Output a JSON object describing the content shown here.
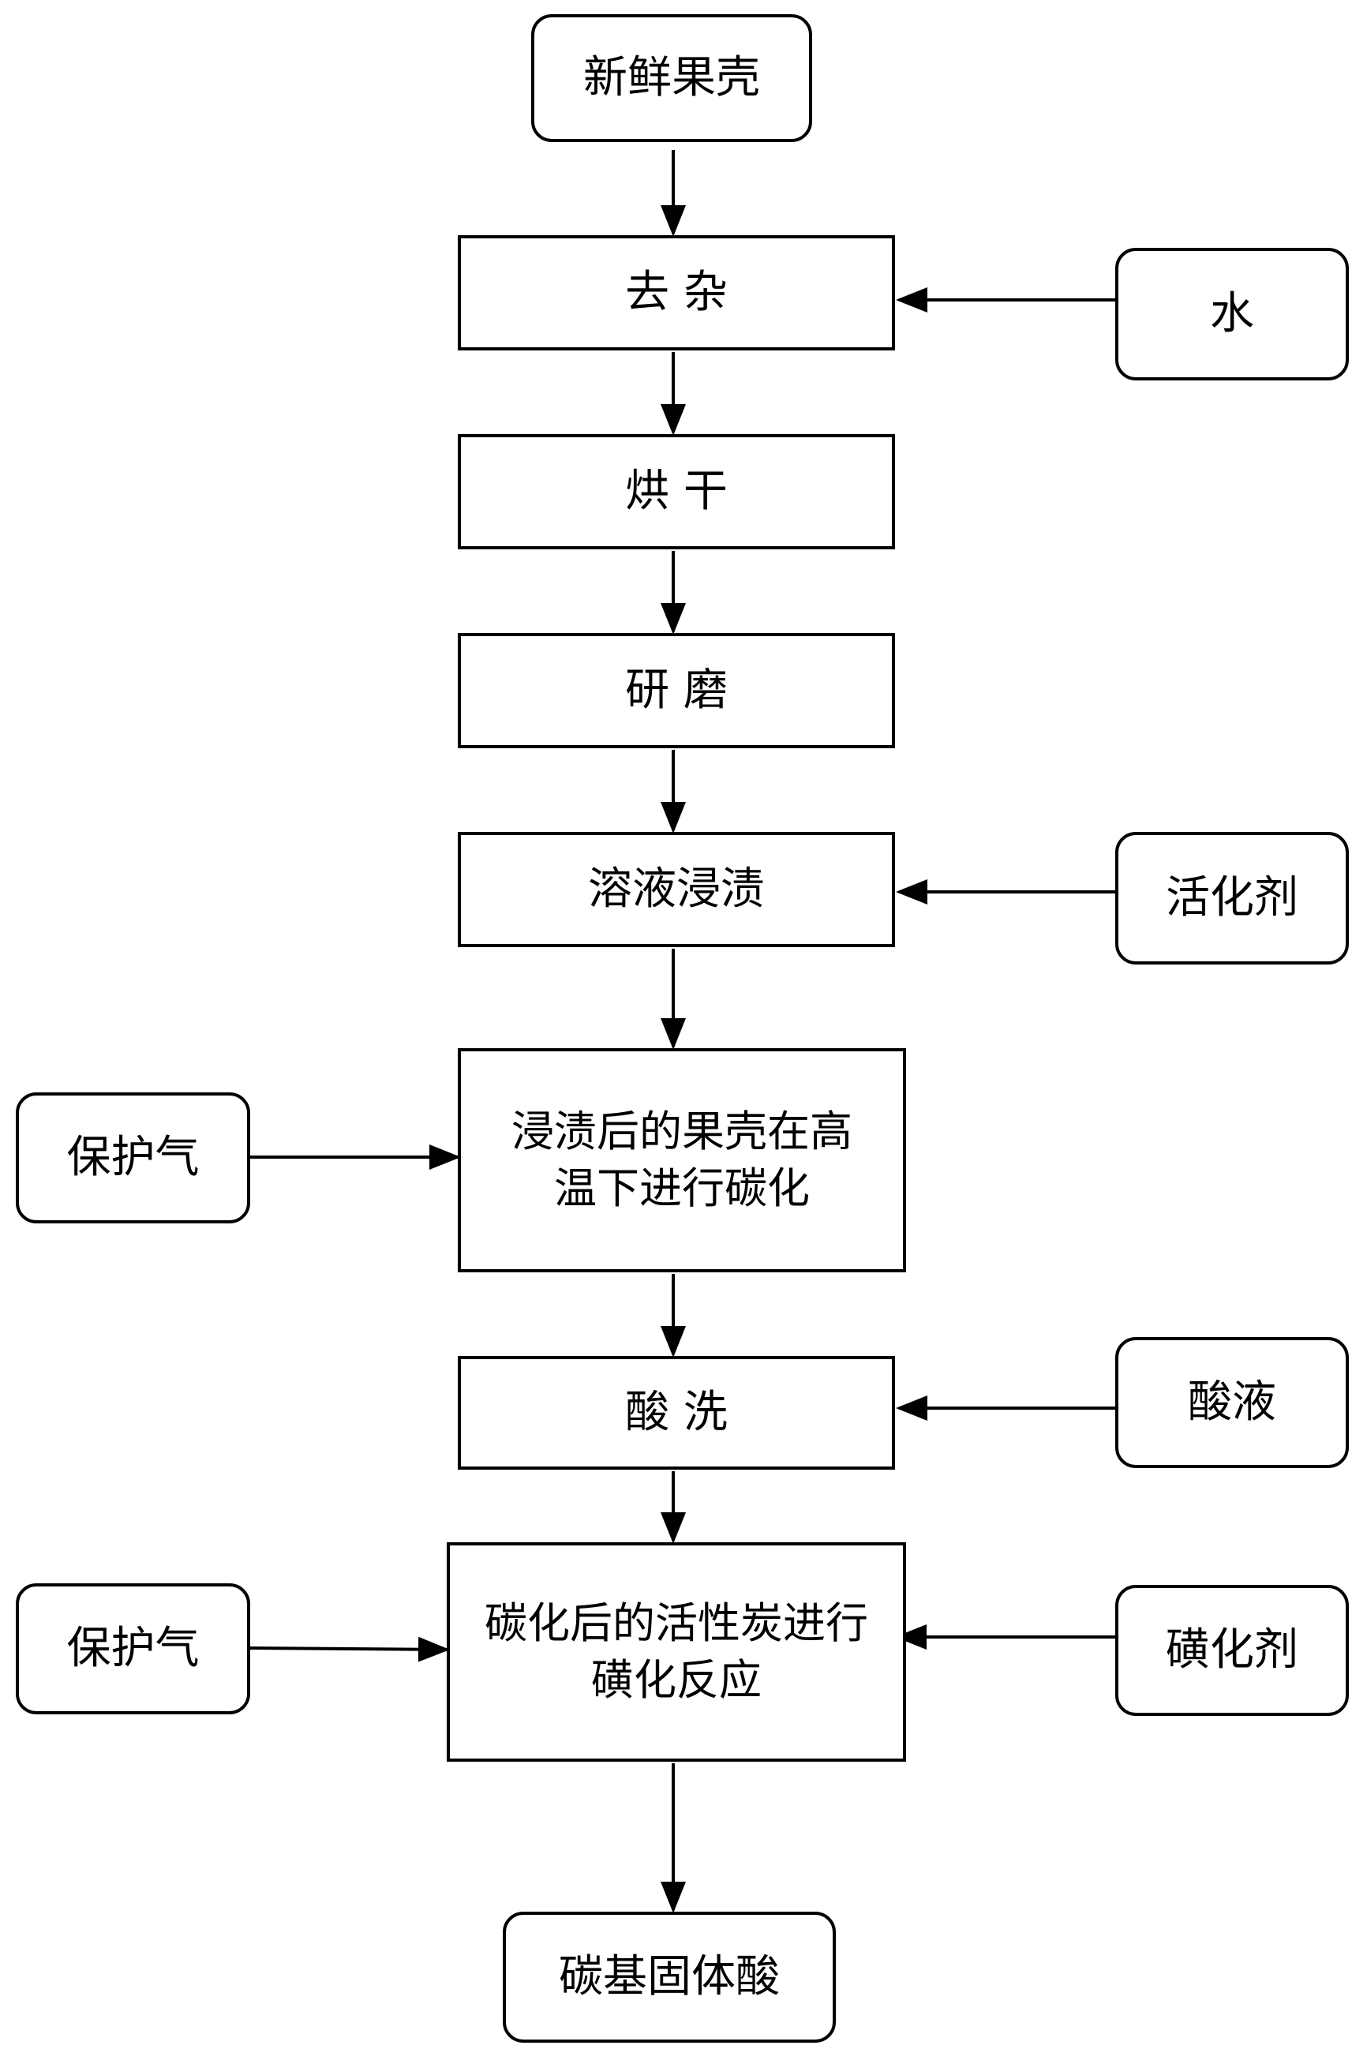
{
  "diagram": {
    "nodes": {
      "start": "新鲜果壳",
      "decontaminate": "去 杂",
      "water": "水",
      "dry": "烘 干",
      "grind": "研 磨",
      "impregnate": "溶液浸渍",
      "activator": "活化剂",
      "protect_gas_1": "保护气",
      "carbonize": "浸渍后的果壳在高温下进行碳化",
      "acid_wash": "酸 洗",
      "acid_liquid": "酸液",
      "protect_gas_2": "保护气",
      "sulfonate": "碳化后的活性炭进行磺化反应",
      "sulfonating_agent": "磺化剂",
      "product": "碳基固体酸"
    },
    "edges": [
      {
        "from": "新鲜果壳",
        "to": "去 杂"
      },
      {
        "from": "水",
        "to": "去 杂"
      },
      {
        "from": "去 杂",
        "to": "烘 干"
      },
      {
        "from": "烘 干",
        "to": "研 磨"
      },
      {
        "from": "研 磨",
        "to": "溶液浸渍"
      },
      {
        "from": "活化剂",
        "to": "溶液浸渍"
      },
      {
        "from": "溶液浸渍",
        "to": "浸渍后的果壳在高温下进行碳化"
      },
      {
        "from": "保护气",
        "to": "浸渍后的果壳在高温下进行碳化"
      },
      {
        "from": "浸渍后的果壳在高温下进行碳化",
        "to": "酸 洗"
      },
      {
        "from": "酸液",
        "to": "酸 洗"
      },
      {
        "from": "酸 洗",
        "to": "碳化后的活性炭进行磺化反应"
      },
      {
        "from": "保护气",
        "to": "碳化后的活性炭进行磺化反应"
      },
      {
        "from": "磺化剂",
        "to": "碳化后的活性炭进行磺化反应"
      },
      {
        "from": "碳化后的活性炭进行磺化反应",
        "to": "碳基固体酸"
      }
    ]
  }
}
